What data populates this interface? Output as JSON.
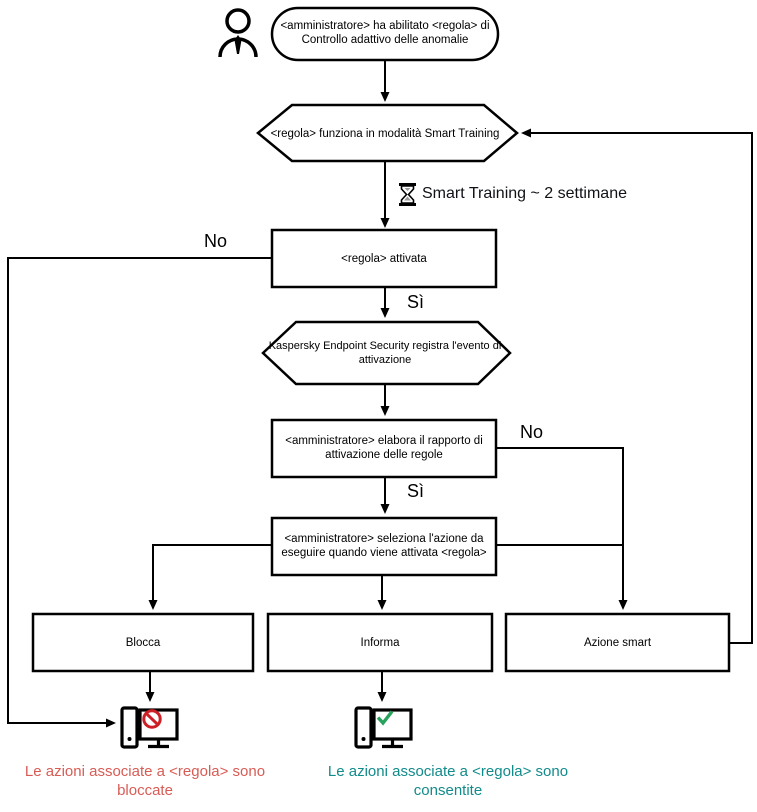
{
  "diagram": {
    "title_context": "Adaptive Anomaly Control smart-training flowchart",
    "start_node": {
      "lines": [
        "<amministratore> ha abilitato <regola> di",
        "Controllo adattivo delle anomalie"
      ]
    },
    "smart_training_hex": {
      "label": "<regola> funziona in modalità Smart Training"
    },
    "timer": {
      "icon": "hourglass-icon",
      "label": "Smart Training ~ 2 settimane"
    },
    "rule_triggered_box": {
      "label": "<regola> attivata"
    },
    "registers_hex": {
      "lines": [
        "Kaspersky Endpoint Security registra l'evento di",
        "attivazione"
      ]
    },
    "process_report_box": {
      "lines": [
        "<amministratore> elabora il rapporto di",
        "attivazione delle regole"
      ]
    },
    "select_action_box": {
      "lines": [
        "<amministratore> seleziona l'azione da",
        "eseguire quando viene attivata <regola>"
      ]
    },
    "action_boxes": {
      "block": "Blocca",
      "inform": "Informa",
      "smart": "Azione smart"
    },
    "branch_labels": {
      "no_rule_not_triggered": "No",
      "yes_rule_triggered": "Sì",
      "no_report_not_processed": "No",
      "yes_report_processed": "Sì"
    },
    "outcome_blocked": {
      "lines": [
        "Le azioni associate a <regola> sono",
        "bloccate"
      ]
    },
    "outcome_allowed": {
      "lines": [
        "Le azioni associate a <regola> sono",
        "consentite"
      ]
    },
    "colors": {
      "line": "#000000",
      "blocked_text": "#d85c55",
      "allowed_text": "#128b8b",
      "prohibit_badge": "#cc2027",
      "check_badge": "#28a25c"
    }
  }
}
